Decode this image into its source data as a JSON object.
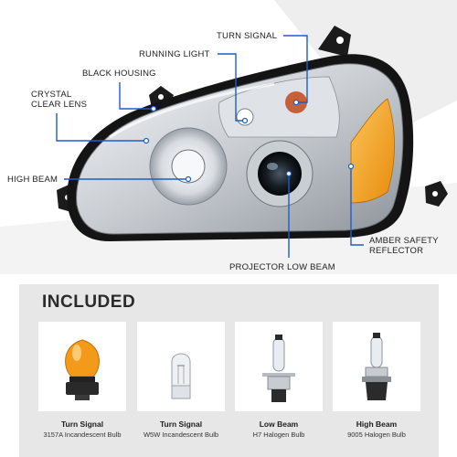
{
  "callouts": {
    "turn_signal": "TURN SIGNAL",
    "running_light": "RUNNING LIGHT",
    "black_housing": "BLACK HOUSING",
    "crystal_clear_lens": "CRYSTAL CLEAR LENS",
    "high_beam": "HIGH BEAM",
    "amber_safety_reflector": "AMBER SAFETY REFLECTOR",
    "projector_low_beam": "PROJECTOR LOW BEAM"
  },
  "included": {
    "title": "INCLUDED",
    "bulbs": [
      {
        "name": "Turn Signal",
        "desc": "3157A Incandescent Bulb",
        "icon": "amber-bulb-icon"
      },
      {
        "name": "Turn Signal",
        "desc": "W5W Incandescent Bulb",
        "icon": "clear-wedge-bulb-icon"
      },
      {
        "name": "Low Beam",
        "desc": "H7 Halogen Bulb",
        "icon": "h7-halogen-bulb-icon"
      },
      {
        "name": "High Beam",
        "desc": "9005 Halogen Bulb",
        "icon": "9005-halogen-bulb-icon"
      }
    ]
  },
  "colors": {
    "accent_line": "#1d5ec7",
    "amber": "#f2a21d",
    "panel": "#e7e7e8"
  }
}
